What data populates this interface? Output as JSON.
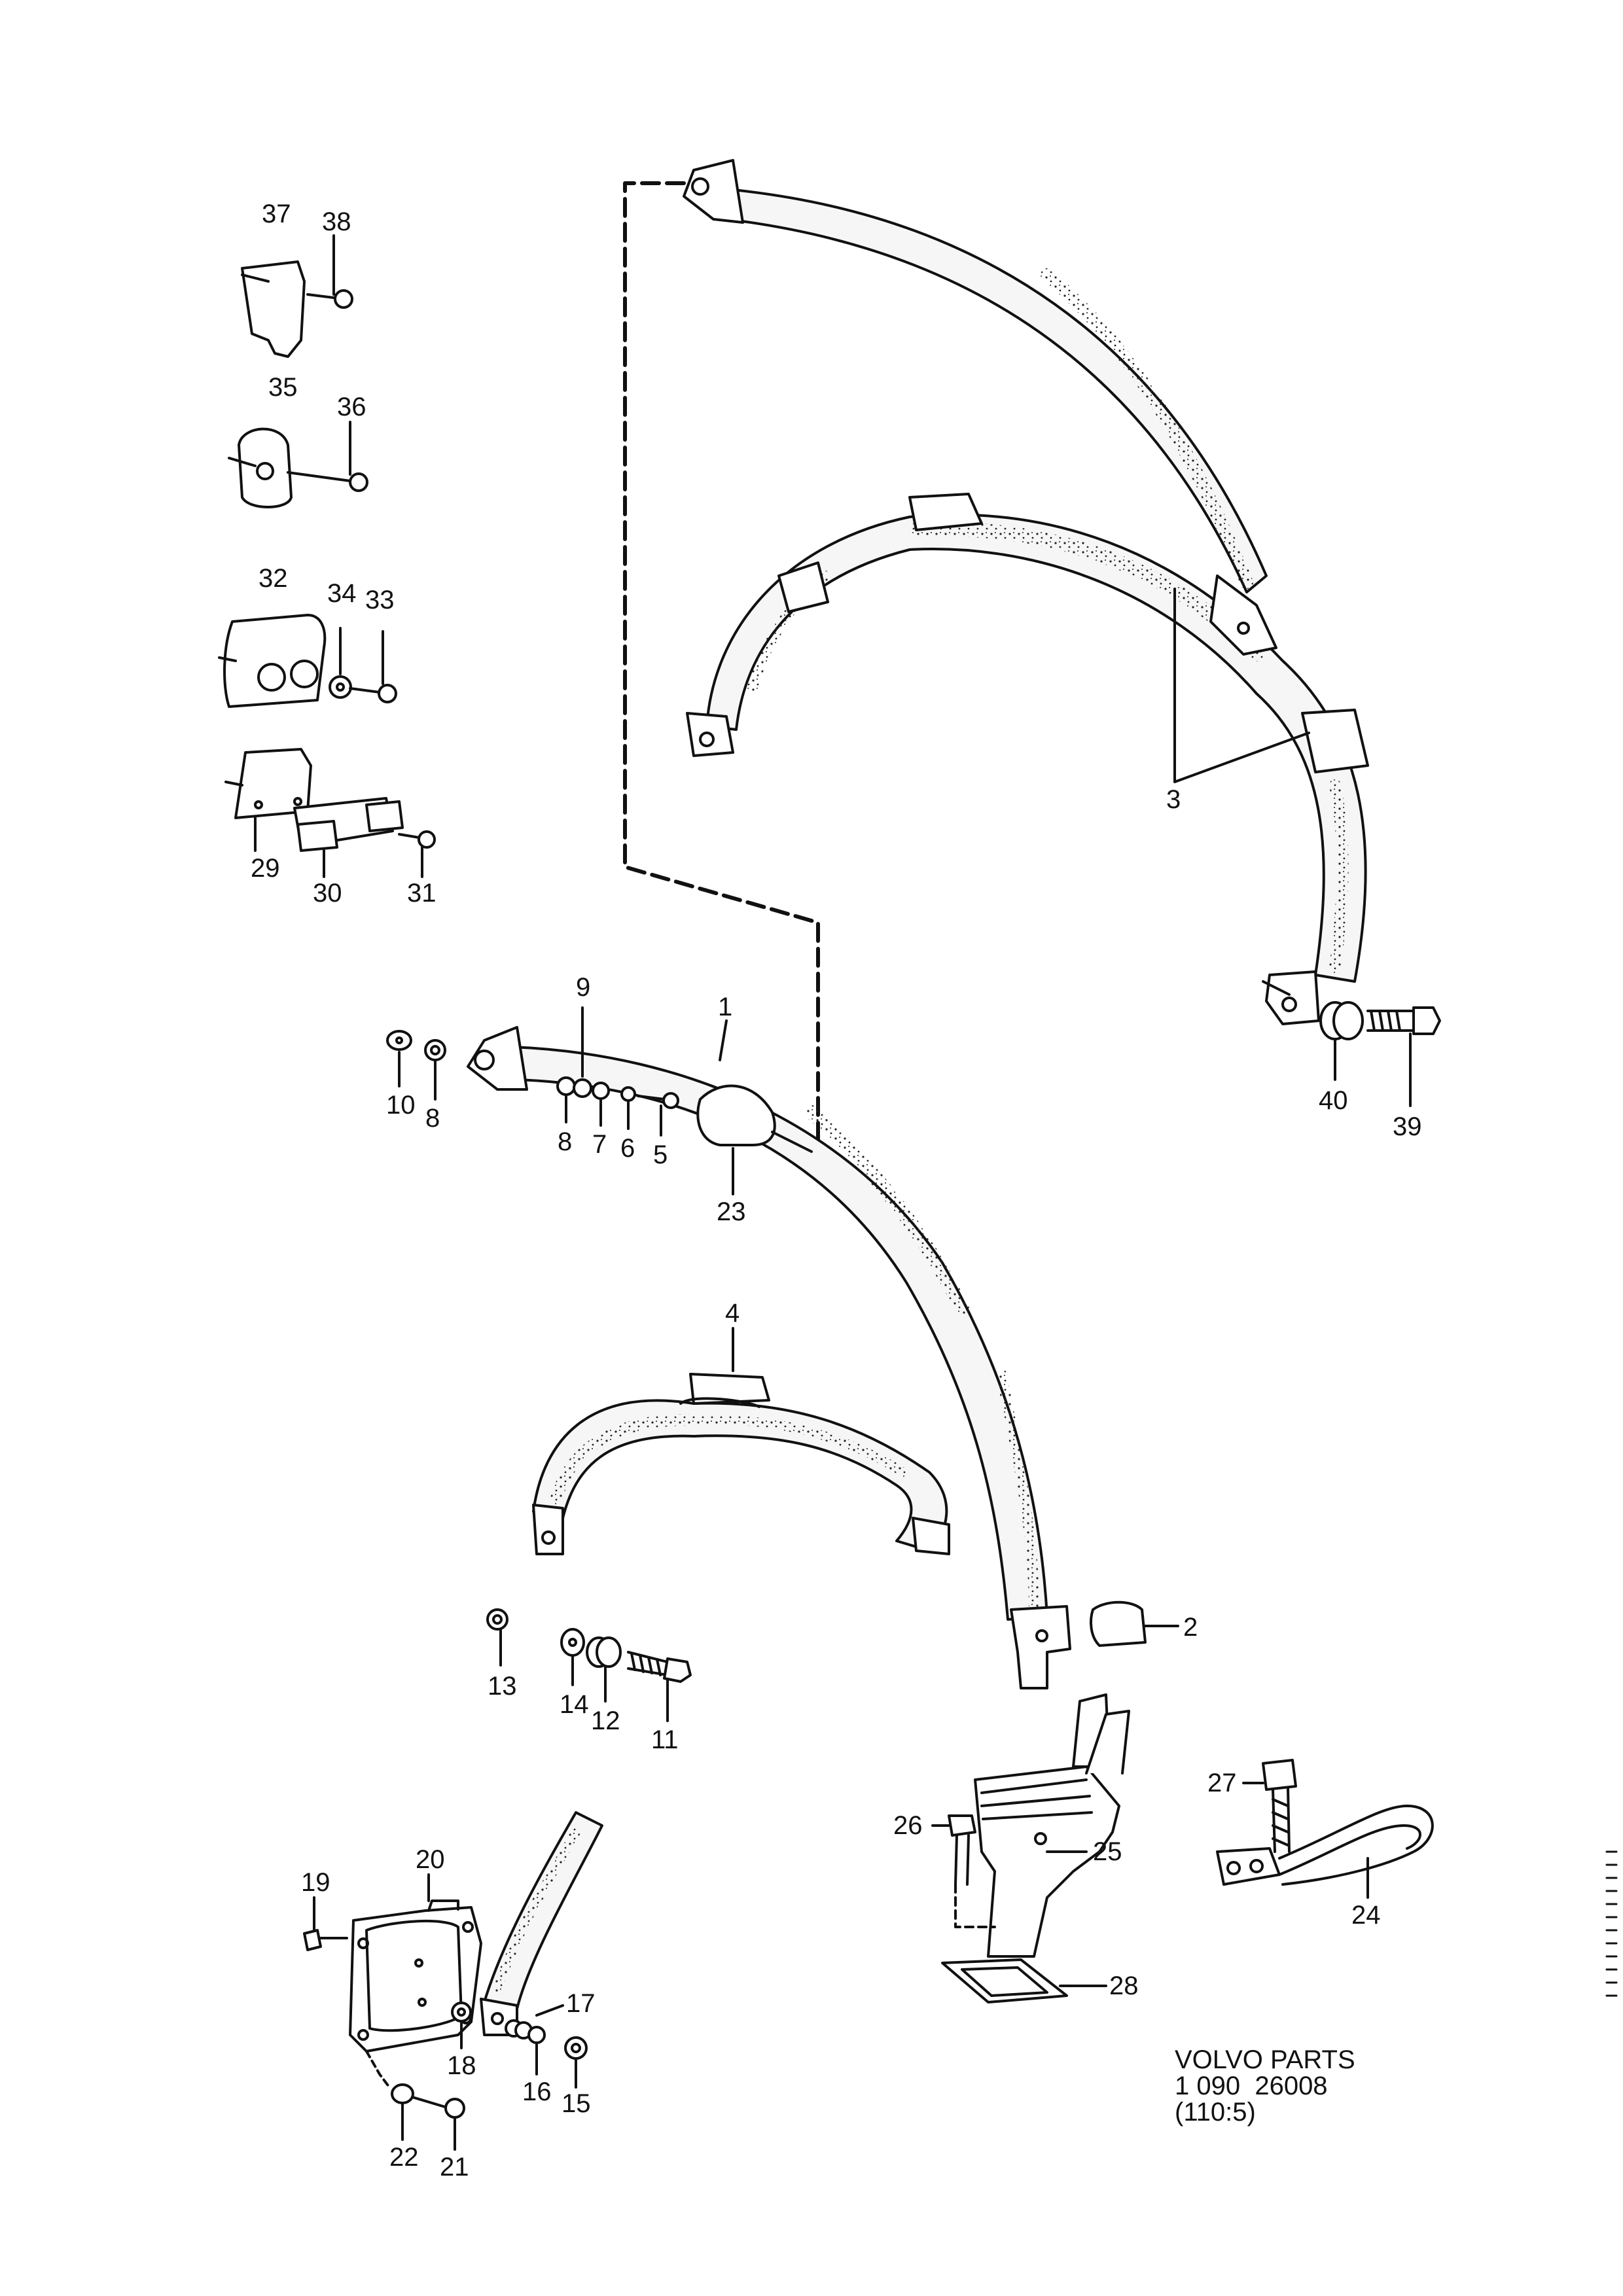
{
  "part_labels": [
    {
      "id": "37",
      "text": "37"
    },
    {
      "id": "38",
      "text": "38"
    },
    {
      "id": "35",
      "text": "35"
    },
    {
      "id": "36",
      "text": "36"
    },
    {
      "id": "32",
      "text": "32"
    },
    {
      "id": "34",
      "text": "34"
    },
    {
      "id": "33",
      "text": "33"
    },
    {
      "id": "29",
      "text": "29"
    },
    {
      "id": "30",
      "text": "30"
    },
    {
      "id": "31",
      "text": "31"
    },
    {
      "id": "3",
      "text": "3"
    },
    {
      "id": "9",
      "text": "9"
    },
    {
      "id": "1",
      "text": "1"
    },
    {
      "id": "10",
      "text": "10"
    },
    {
      "id": "8a",
      "text": "8"
    },
    {
      "id": "8b",
      "text": "8"
    },
    {
      "id": "7",
      "text": "7"
    },
    {
      "id": "6",
      "text": "6"
    },
    {
      "id": "5",
      "text": "5"
    },
    {
      "id": "23",
      "text": "23"
    },
    {
      "id": "40",
      "text": "40"
    },
    {
      "id": "39",
      "text": "39"
    },
    {
      "id": "4",
      "text": "4"
    },
    {
      "id": "2",
      "text": "2"
    },
    {
      "id": "13",
      "text": "13"
    },
    {
      "id": "14",
      "text": "14"
    },
    {
      "id": "12",
      "text": "12"
    },
    {
      "id": "11",
      "text": "11"
    },
    {
      "id": "27",
      "text": "27"
    },
    {
      "id": "26",
      "text": "26"
    },
    {
      "id": "25",
      "text": "25"
    },
    {
      "id": "24",
      "text": "24"
    },
    {
      "id": "28",
      "text": "28"
    },
    {
      "id": "19",
      "text": "19"
    },
    {
      "id": "20",
      "text": "20"
    },
    {
      "id": "17",
      "text": "17"
    },
    {
      "id": "18",
      "text": "18"
    },
    {
      "id": "16",
      "text": "16"
    },
    {
      "id": "15",
      "text": "15"
    },
    {
      "id": "22",
      "text": "22"
    },
    {
      "id": "21",
      "text": "21"
    }
  ],
  "caption": {
    "line1": "VOLVO PARTS",
    "line2": "1 090  26008",
    "line3": "(110:5)"
  },
  "colors": {
    "ink": "#111111",
    "paper": "#ffffff",
    "belt_fill": "#f4f4f4"
  }
}
